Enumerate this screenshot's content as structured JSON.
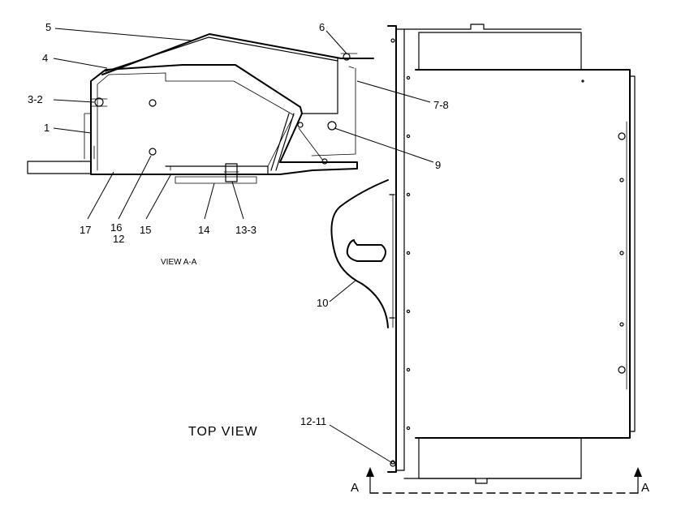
{
  "view_aa": {
    "caption": "VIEW A-A",
    "callouts": [
      "5",
      "6",
      "4",
      "3-2",
      "7-8",
      "1",
      "9",
      "17",
      "16",
      "12",
      "15",
      "14",
      "13-3"
    ]
  },
  "top_view": {
    "caption": "TOP VIEW",
    "callouts": [
      "10",
      "12-11"
    ]
  },
  "section_markers": [
    "A",
    "A"
  ]
}
